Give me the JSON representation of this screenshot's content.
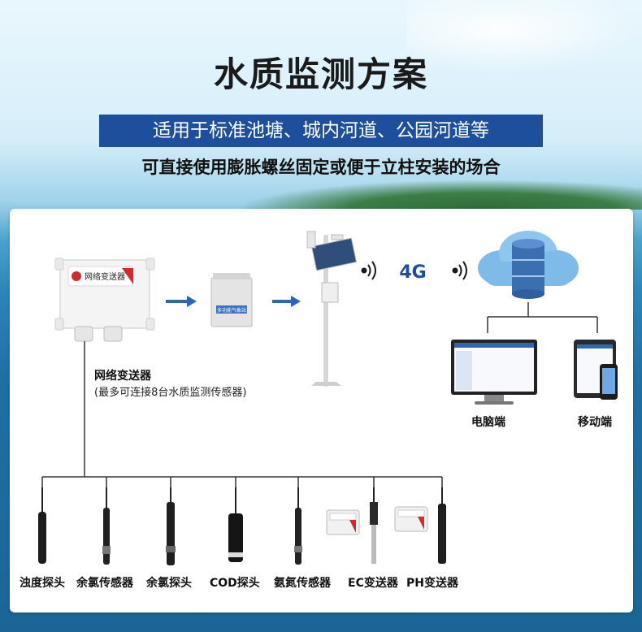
{
  "header": {
    "title": "水质监测方案",
    "banner": "适用于标准池塘、城内河道、公园河道等",
    "subtitle": "可直接使用膨胀螺丝固定或便于立柱安装的场合"
  },
  "diagram": {
    "transmitter_box_text": "网络变送器",
    "enclosure_tag": "多功能气象站",
    "network_label": "4G",
    "transmitter_label": "网络变送器",
    "transmitter_note": "(最多可连接8台水质监测传感器)",
    "pc_label": "电脑端",
    "mobile_label": "移动端",
    "sensors": [
      "浊度探头",
      "余氯传感器",
      "余氯探头",
      "COD探头",
      "氨氮传感器",
      "EC变送器",
      "PH变送器"
    ]
  },
  "colors": {
    "banner": "#1d4f9c",
    "arrow": "#2a67b6",
    "logo_red": "#d62a2a"
  }
}
